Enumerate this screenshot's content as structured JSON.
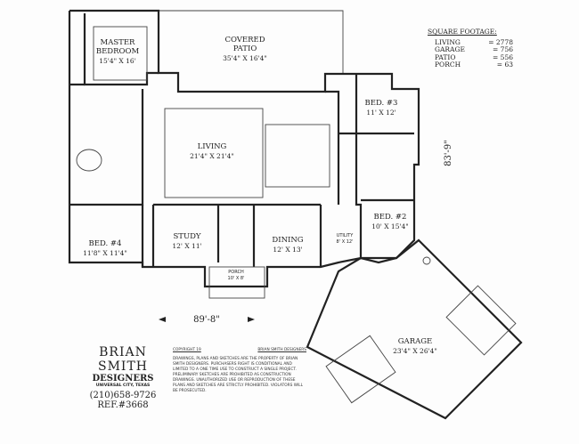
{
  "square_footage": {
    "title": "SQUARE FOOTAGE:",
    "rows": [
      {
        "label": "LIVING",
        "value": "= 2778"
      },
      {
        "label": "GARAGE",
        "value": "= 756"
      },
      {
        "label": "PATIO",
        "value": "= 556"
      },
      {
        "label": "PORCH",
        "value": "= 63"
      }
    ]
  },
  "rooms": {
    "master": {
      "name1": "MASTER",
      "name2": "BEDROOM",
      "size": "15'4\" X 16'"
    },
    "patio": {
      "name1": "COVERED",
      "name2": "PATIO",
      "size": "35'4\" X 16'4\""
    },
    "bed3": {
      "name": "BED. #3",
      "size": "11' X 12'"
    },
    "living": {
      "name": "LIVING",
      "size": "21'4\" X 21'4\""
    },
    "bed2": {
      "name": "BED. #2",
      "size": "10' X 15'4\""
    },
    "study": {
      "name": "STUDY",
      "size": "12' X 11'"
    },
    "dining": {
      "name": "DINING",
      "size": "12' X 13'"
    },
    "bed4": {
      "name": "BED. #4",
      "size": "11'8\" X 11'4\""
    },
    "utility": {
      "name": "UTILITY",
      "size": "8' X 12'"
    },
    "porch": {
      "name": "PORCH",
      "size": "10' X 8'"
    },
    "garage": {
      "name": "GARAGE",
      "size": "23'4\" X 26'4\""
    }
  },
  "dimensions": {
    "width": "89'-8\"",
    "depth": "83'-9\""
  },
  "designer": {
    "name": "BRIAN SMITH",
    "sub": "DESIGNERS",
    "city": "UNIVERSAL CITY, TEXAS",
    "phone": "(210)658-9726",
    "ref": "REF.#3668"
  },
  "legal": {
    "copyright": "COPYRIGHT 19",
    "owner": "BRIAN SMITH DESIGNERS",
    "text": "DRAWINGS, PLANS AND SKETCHES ARE THE PROPERTY OF BRIAN SMITH DESIGNERS. PURCHASERS RIGHT IS CONDITIONAL AND LIMITED TO A ONE TIME USE TO CONSTRUCT A SINGLE PROJECT. PRELIMINARY SKETCHES ARE PROHIBITED AS CONSTRUCTION DRAWINGS. UNAUTHORIZED USE OR REPRODUCTION OF THESE PLANS AND SKETCHES ARE STRICTLY PROHIBITED. VIOLATORS WILL BE PROSECUTED."
  }
}
